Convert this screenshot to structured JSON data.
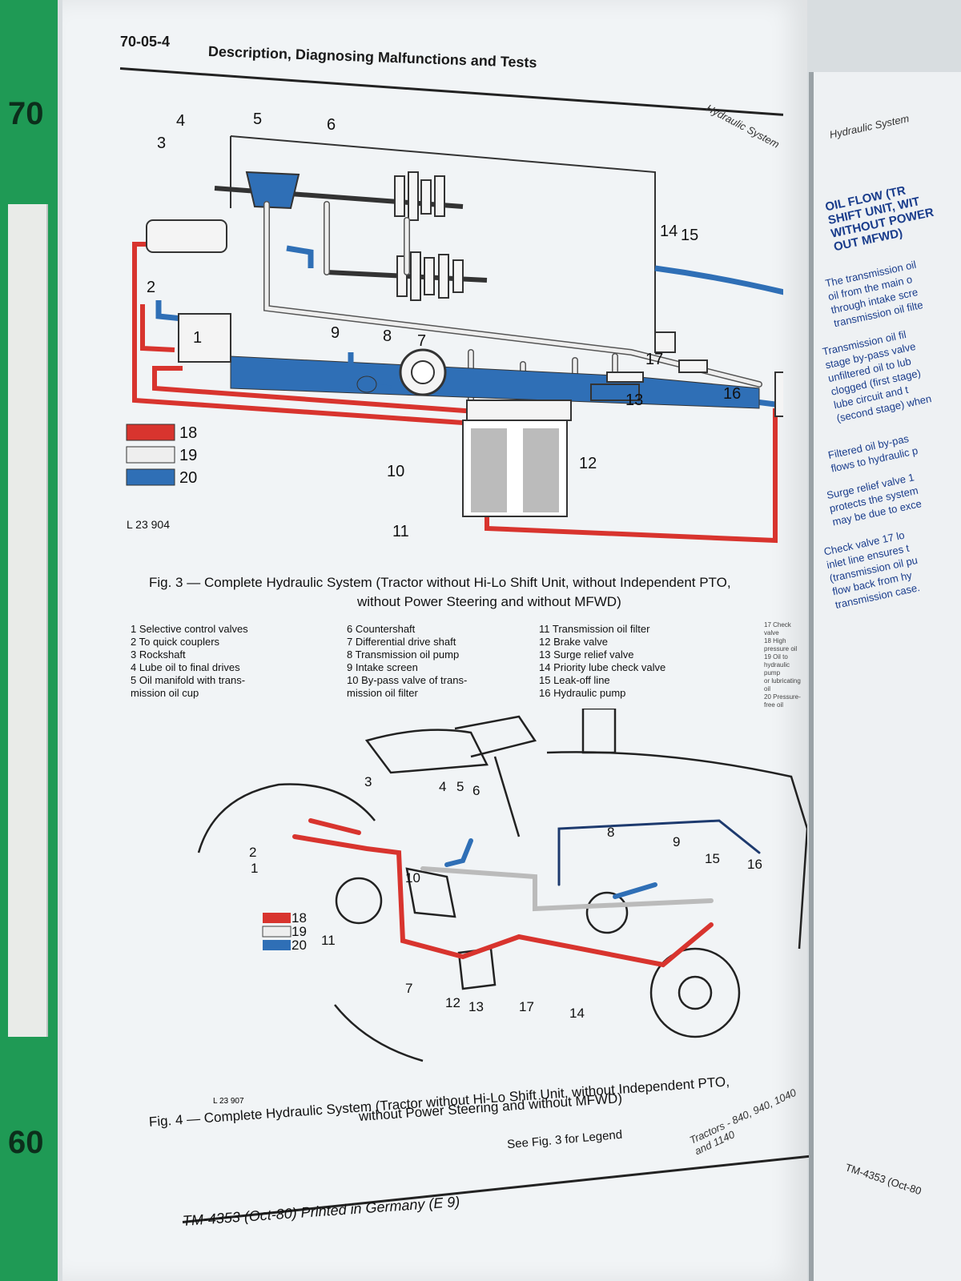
{
  "tabs": {
    "top": "70",
    "bottom": "60"
  },
  "header": {
    "page_number": "70-05-4",
    "title": "Description, Diagnosing Malfunctions and Tests",
    "section": "Hydraulic System"
  },
  "fig3": {
    "callouts": [
      "1",
      "2",
      "3",
      "4",
      "5",
      "6",
      "7",
      "8",
      "9",
      "10",
      "11",
      "12",
      "13",
      "14",
      "15",
      "16",
      "17"
    ],
    "swatches": [
      {
        "num": "18",
        "color": "#d8342e"
      },
      {
        "num": "19",
        "color": "#eeeeee"
      },
      {
        "num": "20",
        "color": "#2f6fb6"
      }
    ],
    "ref": "L 23 904",
    "caption_line1": "Fig. 3 — Complete Hydraulic System (Tractor without Hi-Lo Shift Unit, without Independent PTO,",
    "caption_line2": "without Power Steering and without MFWD)"
  },
  "legend": {
    "col1": [
      "1  Selective control valves",
      "2  To quick couplers",
      "3  Rockshaft",
      "4  Lube oil to final drives",
      "5  Oil manifold with trans-",
      "    mission oil cup"
    ],
    "col2": [
      "6  Countershaft",
      "7  Differential drive shaft",
      "8  Transmission oil pump",
      "9  Intake screen",
      "10  By-pass valve of trans-",
      "      mission oil filter"
    ],
    "col3": [
      "11  Transmission oil filter",
      "12  Brake valve",
      "13  Surge relief valve",
      "14  Priority lube check valve",
      "15  Leak-off line",
      "16  Hydraulic pump"
    ],
    "col4": [
      "17 Check valve",
      "18 High pressure oil",
      "19 Oil to hydraulic pump",
      "    or lubricating oil",
      "20 Pressure-free oil"
    ]
  },
  "fig4": {
    "ref": "L 23 907",
    "swatches": [
      "18",
      "19",
      "20"
    ],
    "caption_line1": "Fig. 4 — Complete Hydraulic System (Tractor without Hi-Lo Shift Unit, without Independent PTO,",
    "caption_line2": "without Power Steering and without MFWD)",
    "see": "See Fig. 3 for Legend"
  },
  "tractors": "Tractors - 840, 940, 1040 and 1140",
  "footer": "TM-4353 (Oct-80) Printed in Germany (E 9)",
  "right_page": {
    "section": "Hydraulic System",
    "heading": [
      "OIL FLOW (TR",
      "SHIFT UNIT, WIT",
      "WITHOUT POWER",
      "OUT MFWD)"
    ],
    "para1": [
      "The transmission oil",
      "oil from the main o",
      "through intake scre",
      "transmission oil filte"
    ],
    "para2": [
      "Transmission oil fil",
      "stage by-pass valve",
      "unfiltered oil to lub",
      "clogged (first stage)",
      "lube circuit and t",
      "(second stage) when"
    ],
    "para3": [
      "Filtered oil by-pas",
      "flows to hydraulic p"
    ],
    "para4": [
      "Surge relief valve 1",
      "protects the system",
      "may be due to exce"
    ],
    "para5": [
      "Check valve 17 lo",
      "inlet line ensures t",
      "(transmission oil pu",
      "flow back from hy",
      "transmission case."
    ],
    "footer": "TM-4353 (Oct-80"
  }
}
